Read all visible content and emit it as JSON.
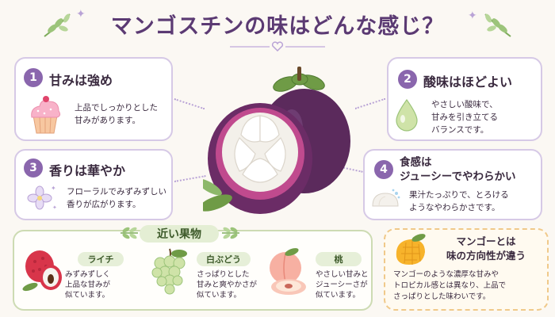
{
  "title": "マンゴスチンの味はどんな感じ？",
  "colors": {
    "accent": "#8a66ad",
    "leaf": "#7dab5a",
    "border": "#d6c9e6"
  },
  "points": [
    {
      "num": "1",
      "title": "甘みは強め",
      "desc1": "上品でしっかりとした",
      "desc2": "甘みがあります。",
      "icon": "cupcake-icon"
    },
    {
      "num": "2",
      "title": "酸味はほどよい",
      "desc1": "やさしい酸味で、",
      "desc2": "甘みを引き立てる",
      "desc3": "バランスです。",
      "icon": "drop-icon"
    },
    {
      "num": "3",
      "title": "香りは華やか",
      "desc1": "フローラルでみずみずしい",
      "desc2": "香りが広がります。",
      "icon": "flower-icon"
    },
    {
      "num": "4",
      "title1": "食感は",
      "title2": "ジューシーでやわらかい",
      "desc1": "果汁たっぷりで、とろける",
      "desc2": "ようなやわらかさです。",
      "icon": "fruit-flesh-icon"
    }
  ],
  "similar": {
    "label": "近い果物",
    "fruits": [
      {
        "name": "ライチ",
        "desc1": "みずみずしく",
        "desc2": "上品な甘みが",
        "desc3": "似ています。",
        "icon": "lychee-icon"
      },
      {
        "name": "白ぶどう",
        "desc1": "さっぱりとした",
        "desc2": "甘みと爽やかさが",
        "desc3": "似ています。",
        "icon": "grape-icon"
      },
      {
        "name": "桃",
        "desc1": "やさしい甘みと",
        "desc2": "ジューシーさが",
        "desc3": "似ています。",
        "icon": "peach-icon"
      }
    ]
  },
  "mango": {
    "title1": "マンゴーとは",
    "title2": "味の方向性が違う",
    "desc1": "マンゴーのような濃厚な甘みや",
    "desc2": "トロピカル感とは異なり、上品で",
    "desc3": "さっぱりとした味わいです。",
    "icon": "mango-icon"
  }
}
